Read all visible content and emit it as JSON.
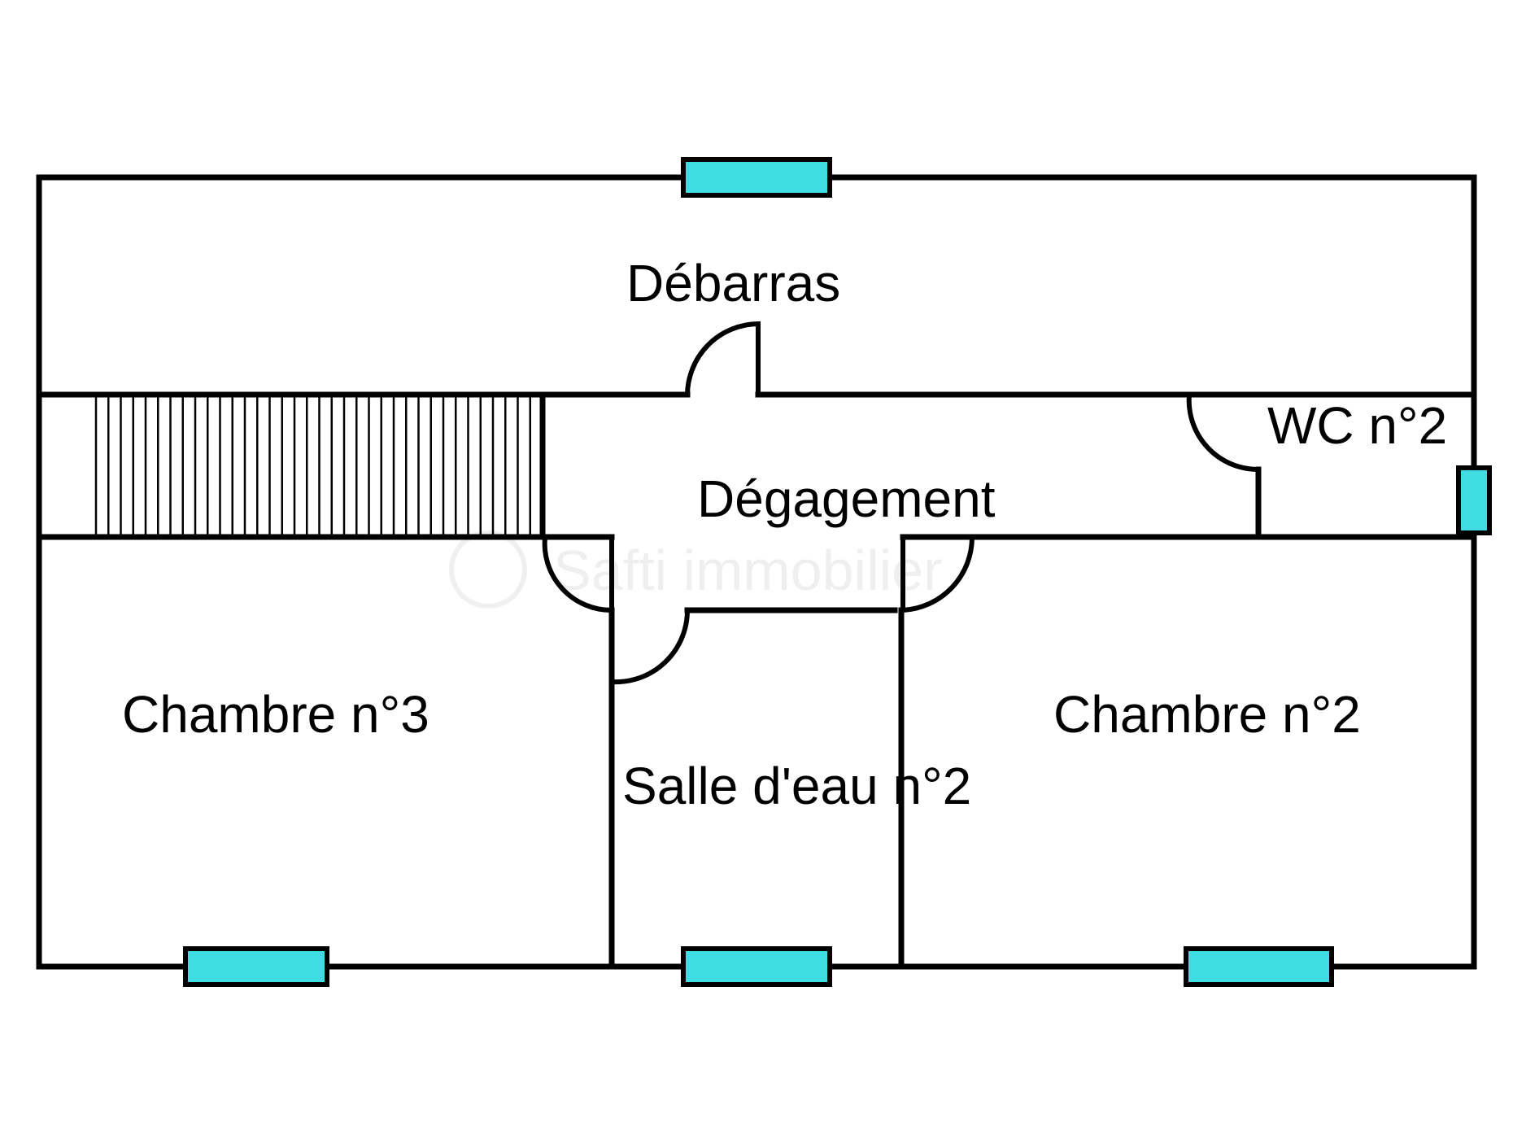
{
  "rooms": {
    "debarras": "Débarras",
    "degagement": "Dégagement",
    "wc": "WC n°2",
    "chambre3": "Chambre n°3",
    "salle_eau": "Salle d'eau n°2",
    "chambre2": "Chambre n°2"
  },
  "watermark": "Safti immobilier",
  "colors": {
    "wall": "#000000",
    "window": "#3fdde3",
    "background": "#ffffff"
  }
}
